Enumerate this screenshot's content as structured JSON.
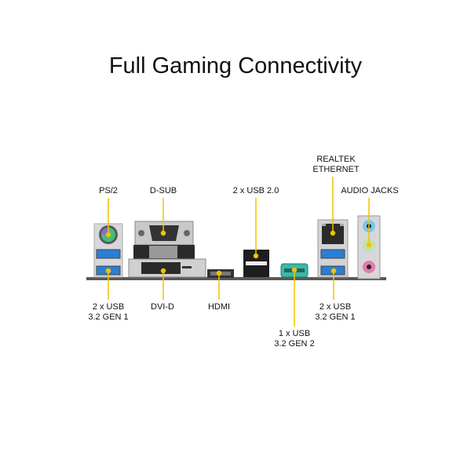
{
  "title": "Full Gaming Connectivity",
  "labels": {
    "ps2": "PS/2",
    "dsub": "D-SUB",
    "usb20": "2 x USB 2.0",
    "realtek_line1": "REALTEK",
    "realtek_line2": "ETHERNET",
    "audio": "AUDIO JACKS",
    "usb_left_line1": "2 x USB",
    "usb_left_line2": "3.2 GEN 1",
    "dvid": "DVI-D",
    "hdmi": "HDMI",
    "usb_gen2_line1": "1 x USB",
    "usb_gen2_line2": "3.2 GEN 2",
    "usb_right_line1": "2 x USB",
    "usb_right_line2": "3.2 GEN 1"
  },
  "colors": {
    "leader": "#f2c200",
    "usb3": "#2a7fd4",
    "usb_gen2": "#3cb8a8"
  }
}
